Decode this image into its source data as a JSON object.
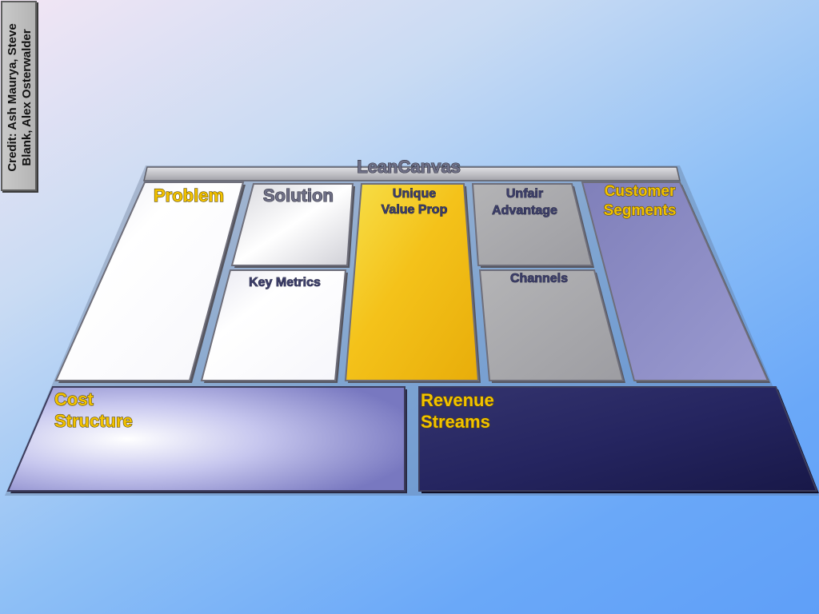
{
  "credit": "Credit: Ash Maurya, Steve Blank, Alex Osterwalder",
  "title": "LeanCanvas",
  "blocks": {
    "problem": {
      "label": "Problem"
    },
    "solution": {
      "label": "Solution"
    },
    "key_metrics": {
      "label": "Key Metrics"
    },
    "unique_value_prop": {
      "line1": "Unique",
      "line2": "Value Prop"
    },
    "unfair_advantage": {
      "line1": "Unfair",
      "line2": "Advantage"
    },
    "channels": {
      "label": "Channels"
    },
    "customer_segments": {
      "line1": "Customer",
      "line2": "Segments"
    },
    "cost_structure": {
      "line1": "Cost",
      "line2": "Structure"
    },
    "revenue_streams": {
      "line1": "Revenue",
      "line2": "Streams"
    }
  },
  "colors": {
    "white_block": "#ffffff",
    "gold_block": "#f2c200",
    "gray_block": "#a9a9a9",
    "lavender_block": "#8c8cc4",
    "cost_block": "#8a8ad0",
    "revenue_block": "#1e1e55",
    "label_gold": "#f2c200",
    "label_gray": "#6f7086"
  }
}
